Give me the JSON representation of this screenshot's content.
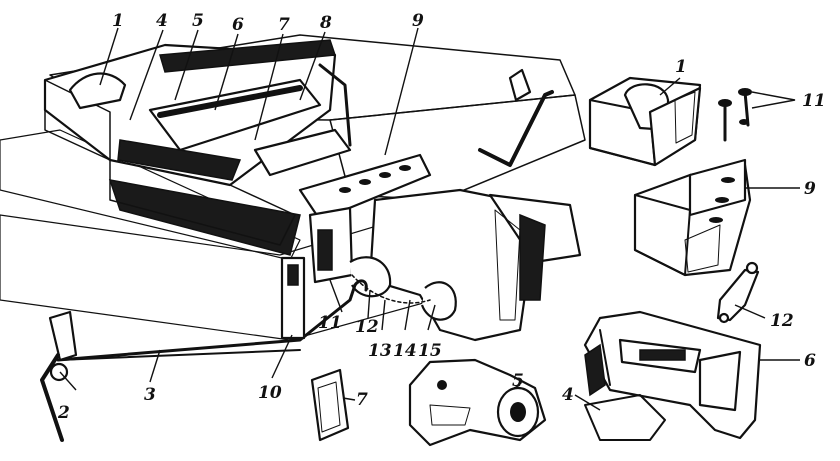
{
  "figure": {
    "callouts": [
      "1",
      "2",
      "3",
      "4",
      "5",
      "6",
      "7",
      "8",
      "9",
      "10",
      "11",
      "12",
      "13",
      "14",
      "15"
    ],
    "detail_labels": [
      "1",
      "11",
      "9",
      "12",
      "6",
      "5",
      "4",
      "7"
    ]
  }
}
